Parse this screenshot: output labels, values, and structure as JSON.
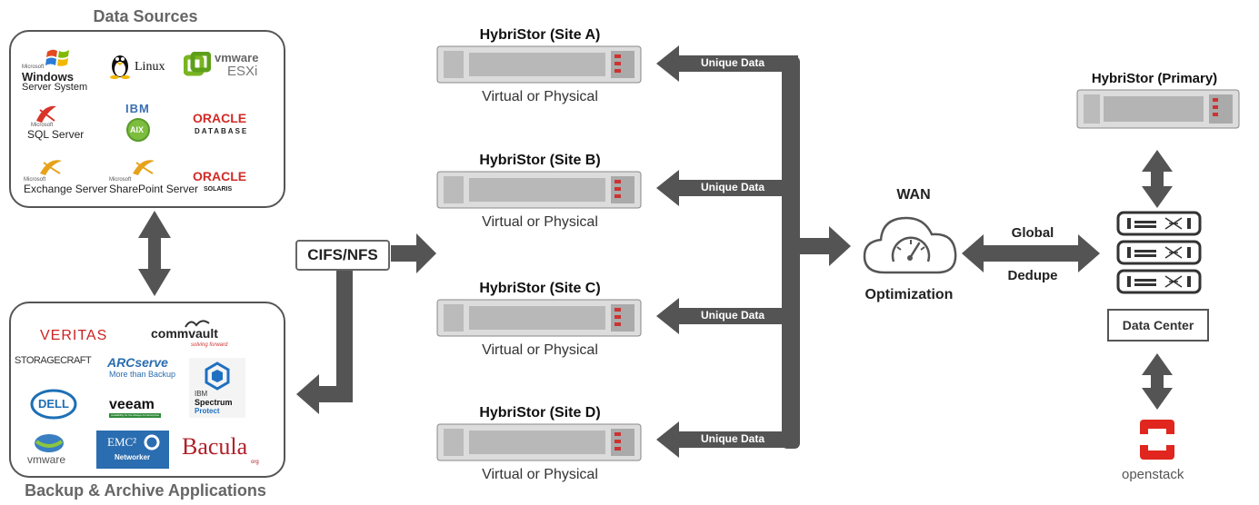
{
  "colors": {
    "arrow": "#545454",
    "box_border": "#555555",
    "heading": "#666666",
    "oracle_red": "#d22a26",
    "veritas_red": "#cc2222",
    "openstack_red": "#e0261e"
  },
  "data_sources": {
    "heading": "Data Sources",
    "logos": [
      {
        "icon": "windows-flag-icon",
        "line1": "Microsoft",
        "line2": "Windows",
        "line3": "Server System"
      },
      {
        "icon": "tux-penguin-icon",
        "text": "Linux"
      },
      {
        "icon": "vmware-esxi-icon",
        "line1": "vmware",
        "line2": "ESXi"
      },
      {
        "icon": "sql-server-icon",
        "line1": "Microsoft",
        "line2": "SQL Server"
      },
      {
        "icon": "ibm-aix-icon",
        "line1": "IBM",
        "line2": "AIX"
      },
      {
        "icon": "oracle-database-icon",
        "line1": "ORACLE",
        "line2": "DATABASE"
      },
      {
        "icon": "exchange-icon",
        "line1": "Microsoft",
        "line2": "Exchange Server"
      },
      {
        "icon": "sharepoint-icon",
        "line1": "Microsoft",
        "line2": "SharePoint Server"
      },
      {
        "icon": "oracle-solaris-icon",
        "line1": "ORACLE",
        "line2": "SOLARIS"
      }
    ]
  },
  "backup_apps": {
    "heading": "Backup & Archive Applications",
    "logos": [
      {
        "icon": "veritas-logo",
        "text": "VERITAS"
      },
      {
        "icon": "commvault-logo",
        "line1": "commvault",
        "line2": "solving forward"
      },
      {
        "icon": "storagecraft-logo",
        "text": "STORAGECRAFT"
      },
      {
        "icon": "arcserve-logo",
        "line1": "ARCserve",
        "line2": "More than Backup"
      },
      {
        "icon": "ibm-spectrum-protect-logo",
        "line1": "IBM",
        "line2": "Spectrum",
        "line3": "Protect"
      },
      {
        "icon": "dell-logo",
        "text": "DELL"
      },
      {
        "icon": "veeam-logo",
        "line1": "veeam",
        "line2": "Availability for the Always-On Enterprise"
      },
      {
        "icon": "vmware-logo",
        "text": "vmware"
      },
      {
        "icon": "emc-networker-logo",
        "line1": "EMC²",
        "line2": "Networker"
      },
      {
        "icon": "bacula-logo",
        "line1": "Bacula",
        "line2": "org"
      }
    ]
  },
  "protocol_label": "CIFS/NFS",
  "sites": [
    {
      "title": "HybriStor (Site A)",
      "subtitle": "Virtual or Physical",
      "link_label": "Unique Data"
    },
    {
      "title": "HybriStor (Site B)",
      "subtitle": "Virtual or Physical",
      "link_label": "Unique Data"
    },
    {
      "title": "HybriStor (Site C)",
      "subtitle": "Virtual or Physical",
      "link_label": "Unique Data"
    },
    {
      "title": "HybriStor (Site D)",
      "subtitle": "Virtual or Physical",
      "link_label": "Unique Data"
    }
  ],
  "wan": {
    "title": "WAN",
    "caption": "Optimization",
    "icon": "cloud-speedometer-icon"
  },
  "link_labels": {
    "global": "Global",
    "dedupe": "Dedupe"
  },
  "primary": {
    "title": "HybriStor (Primary)"
  },
  "data_center": {
    "label": "Data Center",
    "icon": "server-stack-icon"
  },
  "openstack": {
    "text": "openstack",
    "icon": "openstack-logo"
  }
}
